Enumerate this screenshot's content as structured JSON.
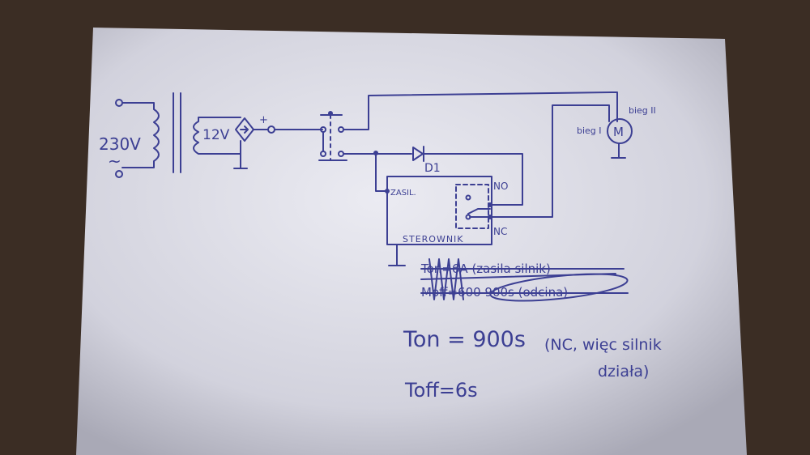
{
  "colors": {
    "ink": "#3c3f93",
    "paper": "#dcdce6",
    "table": "#3b2d24"
  },
  "diagram": {
    "mains_label": "230V",
    "ac_symbol": "~",
    "secondary_voltage": "12V",
    "plus_sign": "+",
    "diode_label": "D1",
    "controller": {
      "name": "STEROWNIK",
      "supply_label": "ZASIL.",
      "no_label": "NO",
      "nc_label": "NC"
    },
    "motor": {
      "symbol": "M",
      "gear1_label": "bieg I",
      "gear2_label": "bieg II"
    }
  },
  "notes": {
    "crossed_line_1": "Ton=6A (zasila silnik)",
    "crossed_line_2": "Moff=600 900s (odcina)",
    "ton_label": "Ton = 900s",
    "ton_comment_1": "(NC, więc silnik",
    "ton_comment_2": "działa)",
    "toff_label": "Toff=6s"
  }
}
